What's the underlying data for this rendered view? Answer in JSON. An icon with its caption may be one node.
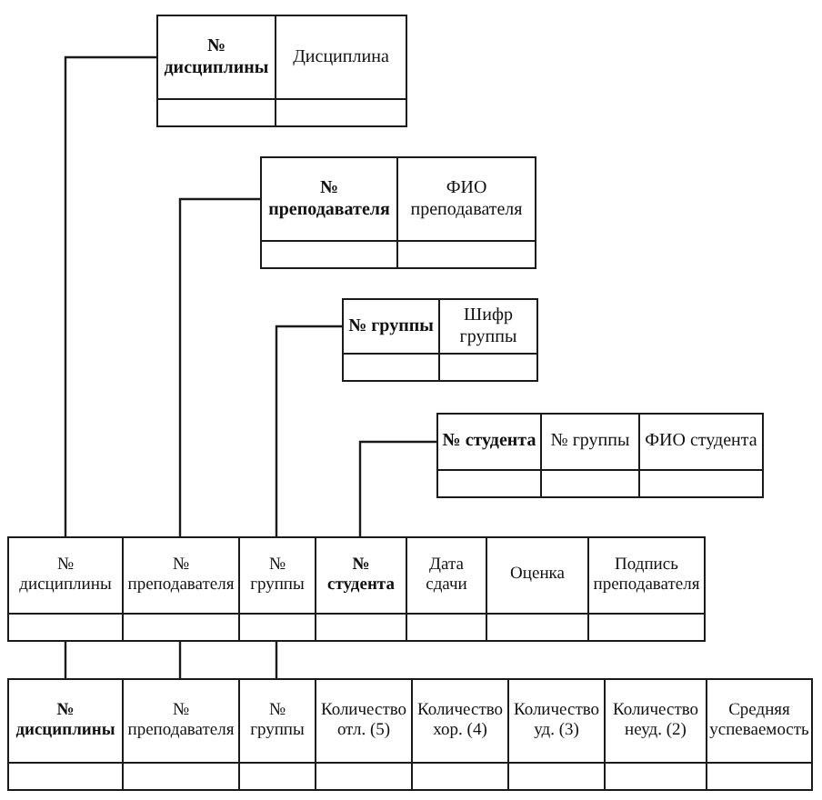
{
  "diagram": {
    "nodes": [
      {
        "text": [],
        "shape": "box"
      },
      {
        "text": [
          "№ дисциплины"
        ],
        "in": 0
      },
      {
        "text": [
          "Дисциплина"
        ],
        "in": 0
      },
      {
        "text": [],
        "shape": "box"
      },
      {
        "text": [
          "№ преподавателя"
        ],
        "in": 3
      },
      {
        "text": [
          "ФИО преподавателя"
        ],
        "in": 3
      },
      {
        "text": [],
        "shape": "box"
      },
      {
        "text": [
          "№ группы"
        ],
        "in": 6
      },
      {
        "text": [
          "Шифр группы"
        ],
        "in": 6
      },
      {
        "text": [],
        "shape": "box"
      },
      {
        "text": [
          "№ студента"
        ],
        "in": 9
      },
      {
        "text": [
          "№ группы"
        ],
        "in": 9
      },
      {
        "text": [
          "ФИО студента"
        ],
        "in": 9
      },
      {
        "text": [],
        "shape": "box"
      },
      {
        "text": [
          "№ дисциплины"
        ],
        "in": 13
      },
      {
        "text": [
          "№ преподавателя"
        ],
        "in": 13
      },
      {
        "text": [
          "№ группы"
        ],
        "in": 13
      },
      {
        "text": [
          "№ студента"
        ],
        "in": 13
      },
      {
        "text": [
          "Дата сдачи"
        ],
        "in": 13
      },
      {
        "text": [
          "Оценка"
        ],
        "in": 13
      },
      {
        "text": [
          "Подпись преподавателя"
        ],
        "in": 13
      },
      {
        "text": [],
        "shape": "box"
      },
      {
        "text": [
          "№ дисциплины"
        ],
        "in": 21
      },
      {
        "text": [
          "№ преподавателя"
        ],
        "in": 21
      },
      {
        "text": [
          "№ группы"
        ],
        "in": 21
      },
      {
        "text": [
          "Количество отл. (5)"
        ],
        "in": 21
      },
      {
        "text": [
          "Количество хор. (4)"
        ],
        "in": 21
      },
      {
        "text": [
          "Количество уд. (3)"
        ],
        "in": 21
      },
      {
        "text": [
          "Количество неуд. (2)"
        ],
        "in": 21
      },
      {
        "text": [
          "Средняя успеваемость"
        ],
        "in": 21
      }
    ],
    "edges": [
      {
        "from": 1,
        "to": 14,
        "arrow": "none"
      },
      {
        "from": 4,
        "to": 15,
        "arrow": "none"
      },
      {
        "from": 7,
        "to": 16,
        "arrow": "none"
      },
      {
        "from": 10,
        "to": 17,
        "arrow": "none"
      },
      {
        "from": 14,
        "to": 22,
        "arrow": "none"
      },
      {
        "from": 15,
        "to": 23,
        "arrow": "none"
      },
      {
        "from": 16,
        "to": 24,
        "arrow": "none"
      }
    ]
  }
}
